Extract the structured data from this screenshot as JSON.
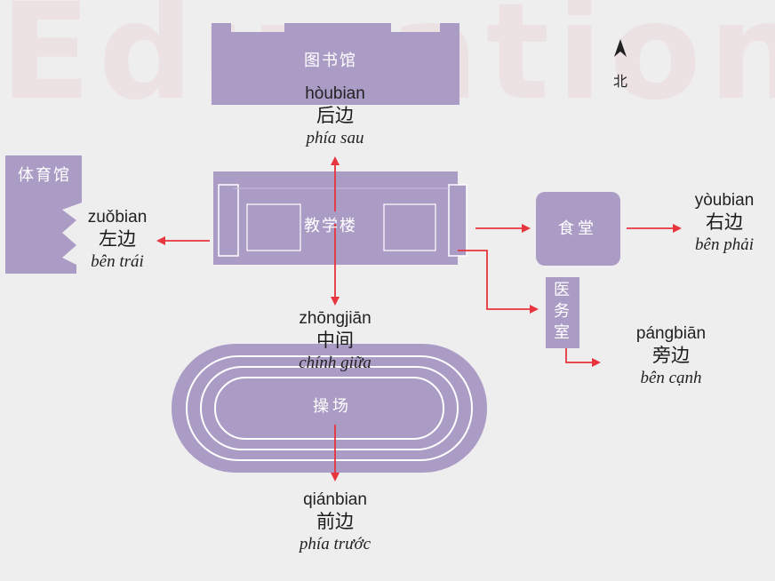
{
  "buildings": {
    "library": "图书馆",
    "gym": "体育馆",
    "teaching": "教学楼",
    "canteen": "食堂",
    "clinic": [
      "医",
      "务",
      "室"
    ],
    "playground": "操场"
  },
  "compass": {
    "north": "北"
  },
  "directions": {
    "back": {
      "pinyin": "hòubian",
      "hanzi": "后边",
      "viet": "phía sau"
    },
    "left": {
      "pinyin": "zuǒbian",
      "hanzi": "左边",
      "viet": "bên trái"
    },
    "right": {
      "pinyin": "yòubian",
      "hanzi": "右边",
      "viet": "bên phải"
    },
    "middle": {
      "pinyin": "zhōngjiān",
      "hanzi": "中间",
      "viet": "chính giữa"
    },
    "beside": {
      "pinyin": "pángbiān",
      "hanzi": "旁边",
      "viet": "bên cạnh"
    },
    "front": {
      "pinyin": "qiánbian",
      "hanzi": "前边",
      "viet": "phía trước"
    }
  },
  "colors": {
    "building": "#ab9cc6",
    "building_dark": "#9c8cbb",
    "arrow": "#e8343c"
  }
}
